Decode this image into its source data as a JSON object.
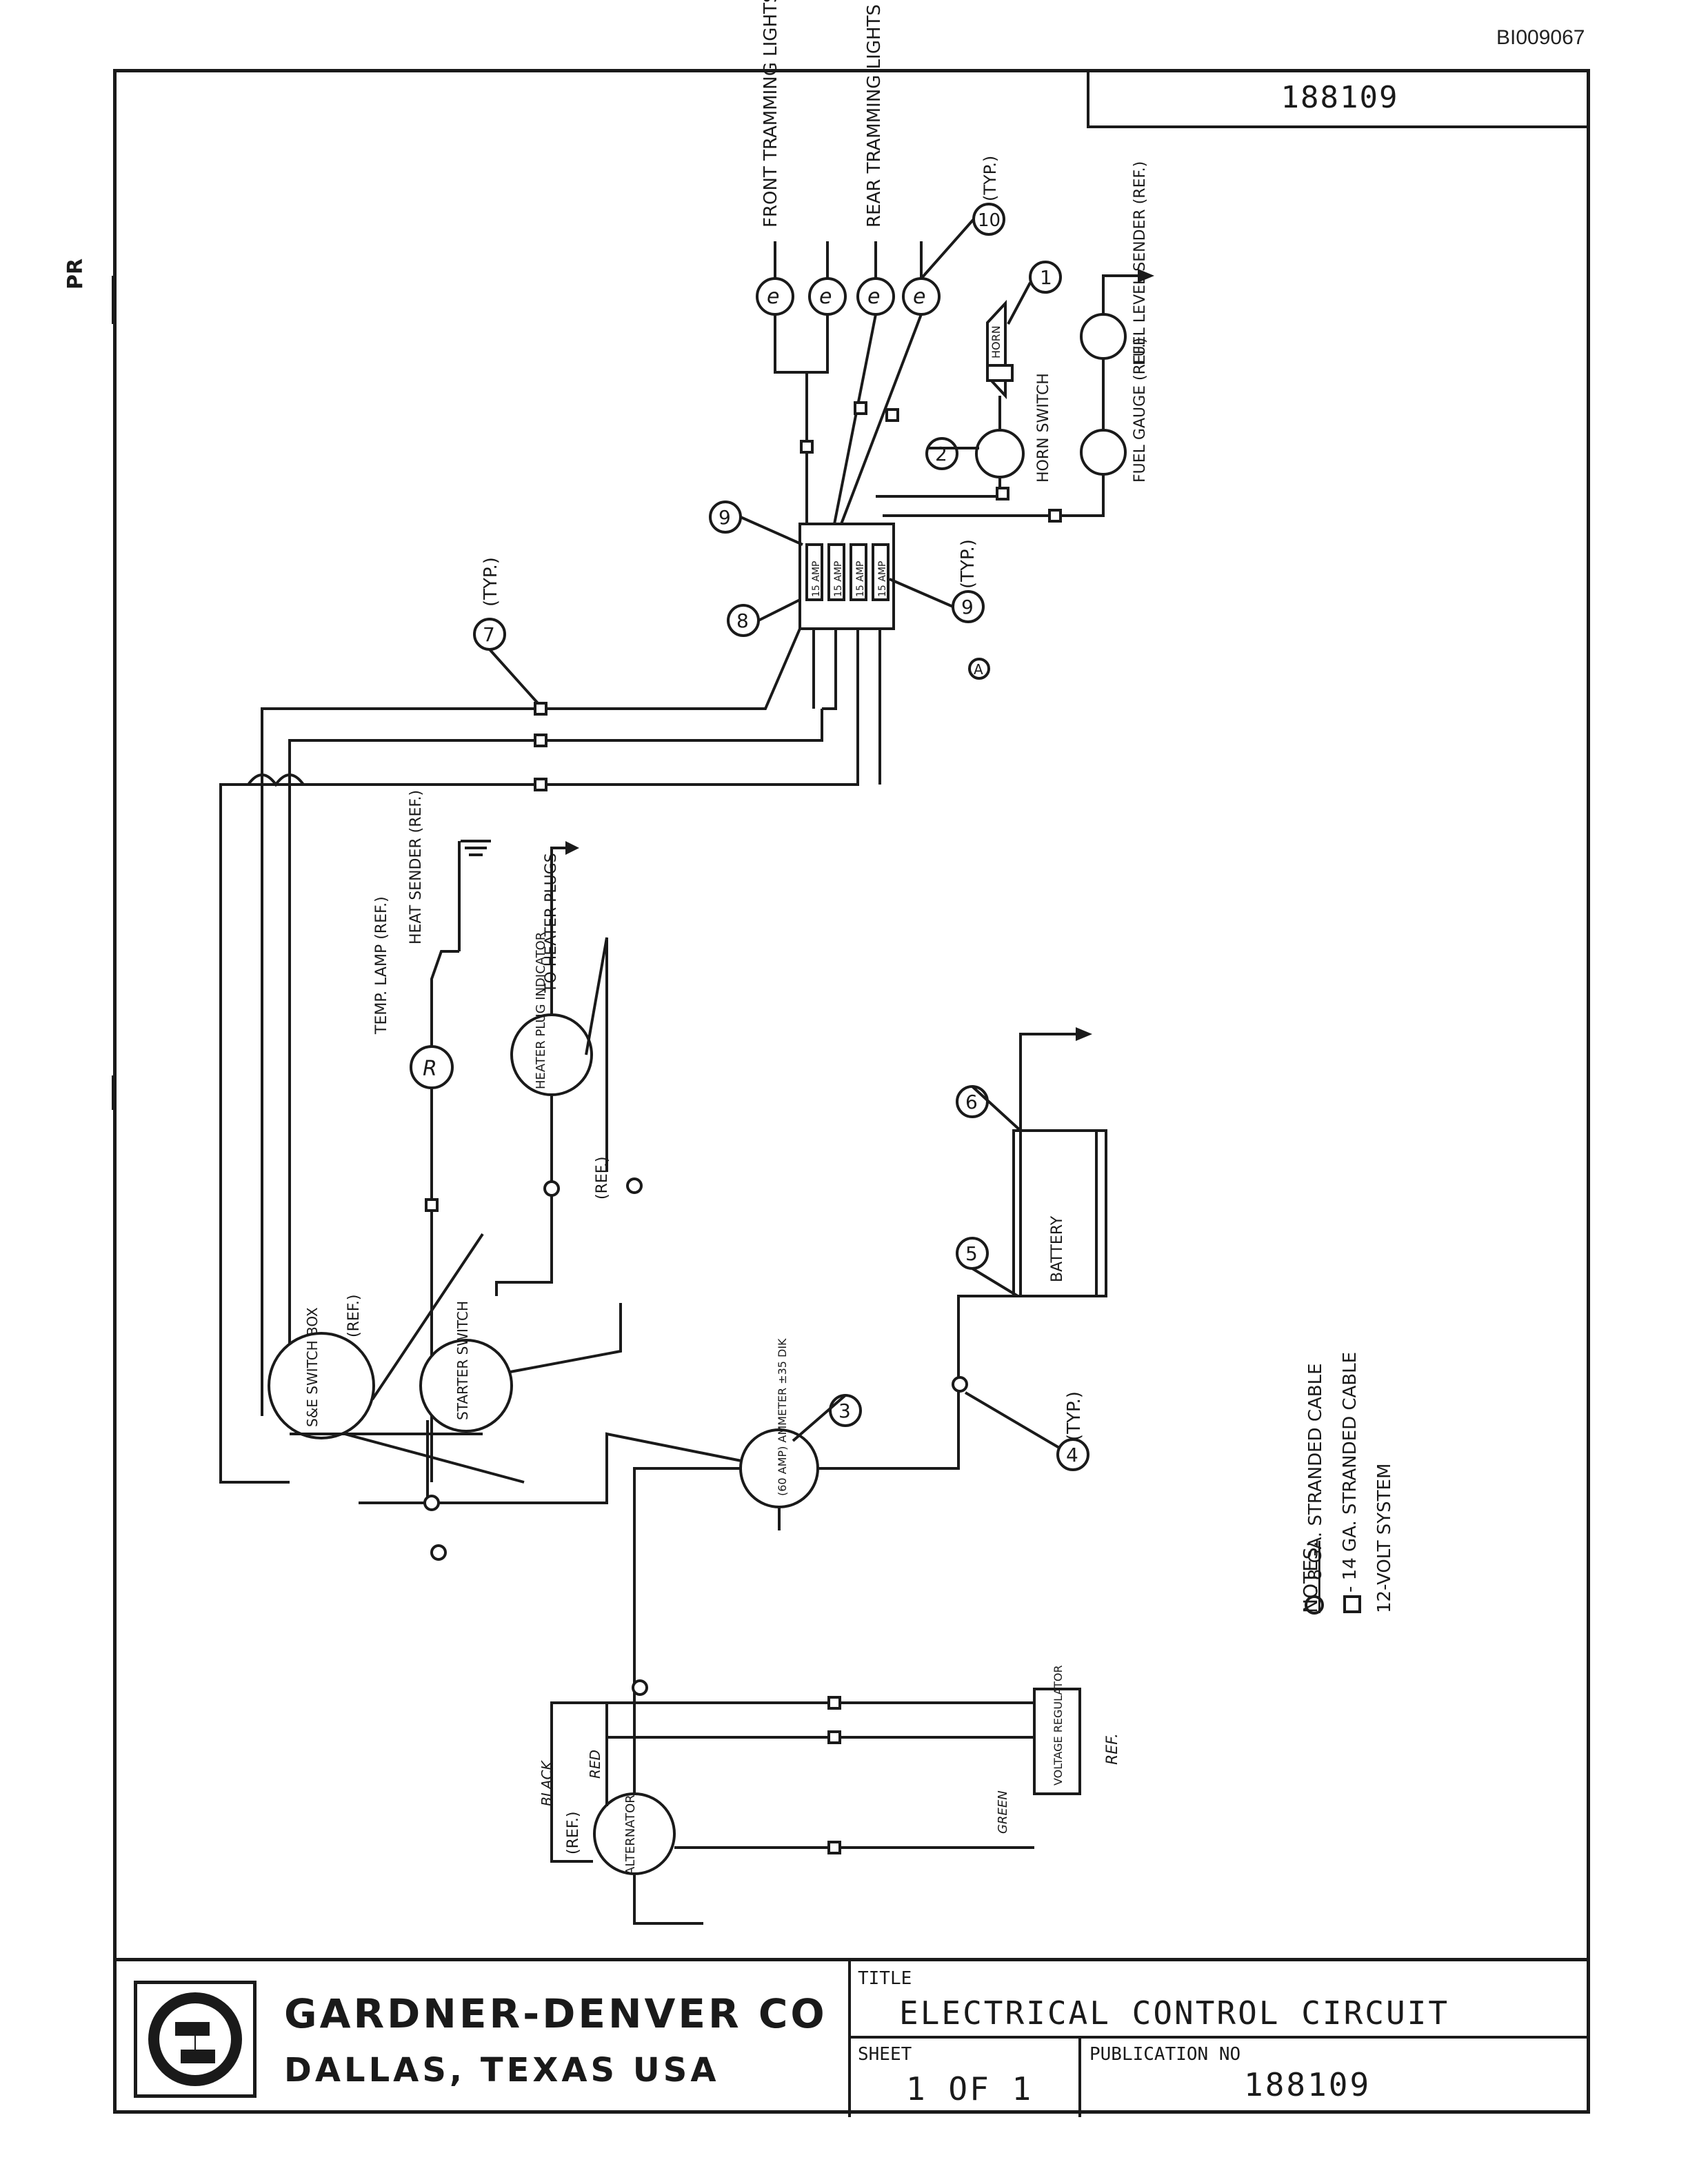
{
  "document_id": "BI009067",
  "publication_box": "188109",
  "page_mark": "PR",
  "title_block": {
    "company": "GARDNER-DENVER CO",
    "city": "DALLAS, TEXAS USA",
    "title_label": "TITLE",
    "title": "ELECTRICAL CONTROL CIRCUIT",
    "sheet_label": "SHEET",
    "sheet": "1 OF 1",
    "publication_label": "PUBLICATION NO",
    "publication_no": "188109"
  },
  "diagram": {
    "front_lights": "FRONT TRAMMING LIGHTS",
    "rear_lights": "REAR TRAMMING LIGHTS",
    "horn": "HORN",
    "horn_switch": "HORN SWITCH",
    "fuel_level_sender": "FUEL LEVEL SENDER (REF.)",
    "fuel_gauge": "FUEL GAUGE (REF.)",
    "fuse_labels": [
      "15 AMP",
      "15 AMP",
      "15 AMP",
      "15 AMP"
    ],
    "typ": "(TYP.)",
    "temp_lamp": "TEMP. LAMP (REF.)",
    "heat_sender": "HEAT SENDER (REF.)",
    "heater_plugs": "TO HEATER PLUGS",
    "heater_indicator": "HEATER PLUG INDICATOR",
    "ref": "(REF.)",
    "switch_box": "S&E SWITCH BOX",
    "starter_switch": "STARTER SWITCH",
    "battery": "BATTERY",
    "ammeter": "(60 AMP) AMMETER ±35 DIK",
    "alternator": "ALTERNATOR",
    "voltage_regulator": "VOLTAGE REGULATOR",
    "reg_ref": "REF.",
    "wire_black": "BLACK",
    "wire_red": "RED",
    "wire_green": "GREEN",
    "lamp_letter": "R",
    "callouts": [
      "1",
      "2",
      "3",
      "4",
      "5",
      "6",
      "7",
      "8",
      "9",
      "10",
      "A"
    ],
    "notes_title": "NOTES:",
    "notes": [
      "- 8 GA. STRANDED CABLE",
      "- 14 GA. STRANDED CABLE",
      "12-VOLT SYSTEM"
    ]
  }
}
